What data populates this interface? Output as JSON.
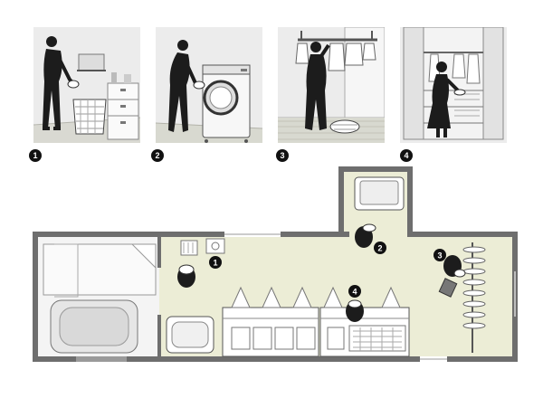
{
  "steps": [
    {
      "number": "1",
      "scene": "person-picking-up-laundry-from-basket"
    },
    {
      "number": "2",
      "scene": "person-loading-front-load-washing-machine"
    },
    {
      "number": "3",
      "scene": "person-hanging-clothes-on-indoor-rail"
    },
    {
      "number": "4",
      "scene": "person-putting-clothes-into-closet-shelves"
    }
  ],
  "plan_markers": [
    {
      "number": "1"
    },
    {
      "number": "2"
    },
    {
      "number": "3"
    },
    {
      "number": "4"
    }
  ],
  "colors": {
    "wall": "#6e6e6e",
    "floor": "#ecedd6",
    "bath_floor": "#f4f4f4",
    "fixture": "#ffffff",
    "marker": "#111111",
    "scene_bg": "#ececec"
  }
}
